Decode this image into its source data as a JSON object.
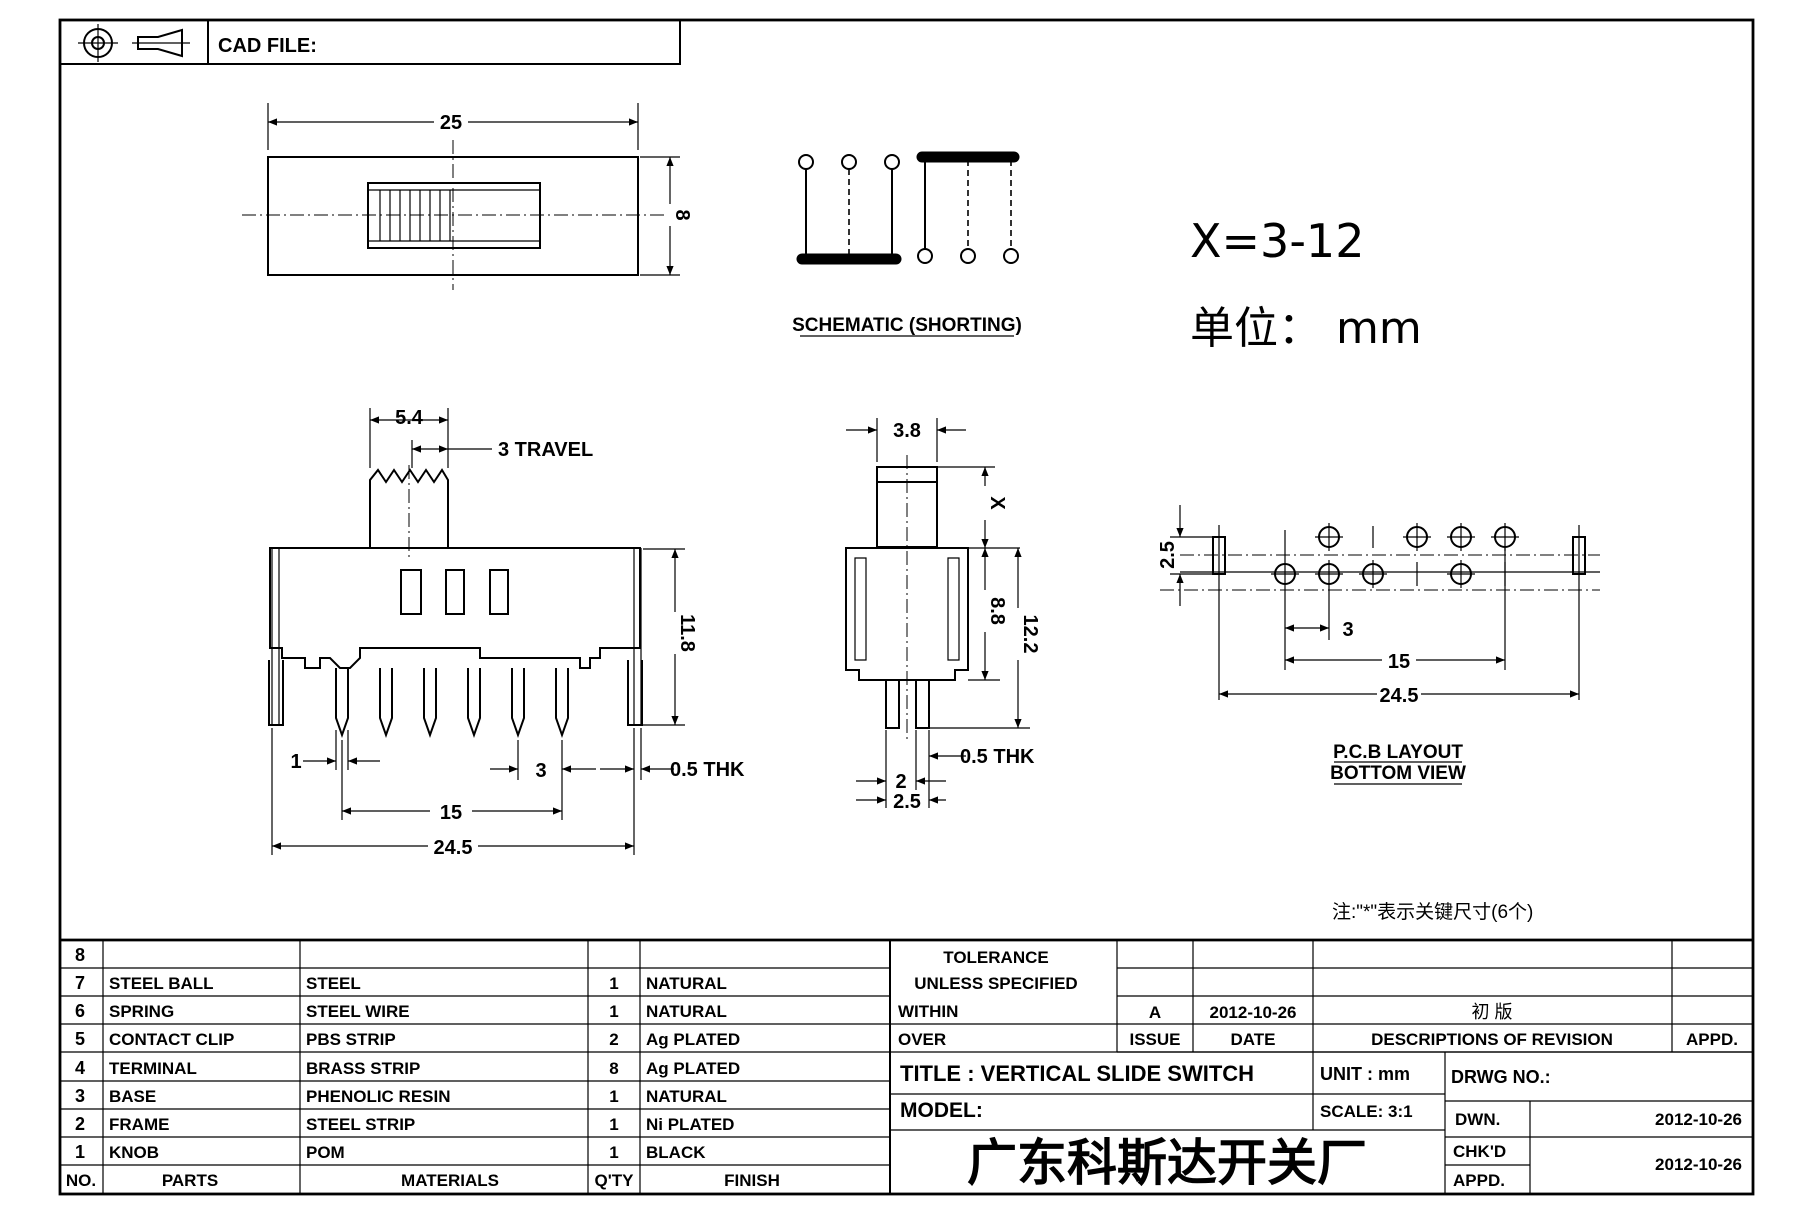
{
  "header": {
    "cad_file_label": "CAD FILE:"
  },
  "top_view": {
    "width_dim": "25",
    "height_dim": "8"
  },
  "schematic": {
    "caption": "SCHEMATIC (SHORTING)"
  },
  "notes": {
    "x_range": "X=3-12",
    "unit_label": "单位： mm",
    "key_dim_note": "注:\"*\"表示关键尺寸(6个)"
  },
  "front_view": {
    "knob_width": "5.4",
    "travel": "3 TRAVEL",
    "height": "11.8",
    "pin_width": "1",
    "pitch": "3",
    "thickness": "0.5 THK",
    "pin_span": "15",
    "overall_width": "24.5"
  },
  "side_view": {
    "knob_width": "3.8",
    "knob_height": "X",
    "body_height": "8.8",
    "overall_height": "12.2",
    "thickness": "0.5 THK",
    "pin_width": "2",
    "pin_span": "2.5"
  },
  "pcb_layout": {
    "row_spacing": "2.5",
    "pitch": "3",
    "pin_span": "15",
    "overall_width": "24.5",
    "caption_line1": "P.C.B LAYOUT",
    "caption_line2": "BOTTOM VIEW"
  },
  "bom": {
    "headers": {
      "no": "NO.",
      "parts": "PARTS",
      "materials": "MATERIALS",
      "qty": "Q'TY",
      "finish": "FINISH"
    },
    "rows": [
      {
        "no": "8",
        "part": "",
        "material": "",
        "qty": "",
        "finish": ""
      },
      {
        "no": "7",
        "part": "STEEL BALL",
        "material": "STEEL",
        "qty": "1",
        "finish": "NATURAL"
      },
      {
        "no": "6",
        "part": "SPRING",
        "material": "STEEL WIRE",
        "qty": "1",
        "finish": "NATURAL"
      },
      {
        "no": "5",
        "part": "CONTACT CLIP",
        "material": "PBS STRIP",
        "qty": "2",
        "finish": "Ag PLATED"
      },
      {
        "no": "4",
        "part": "TERMINAL",
        "material": "BRASS STRIP",
        "qty": "8",
        "finish": "Ag PLATED"
      },
      {
        "no": "3",
        "part": "BASE",
        "material": "PHENOLIC RESIN",
        "qty": "1",
        "finish": "NATURAL"
      },
      {
        "no": "2",
        "part": "FRAME",
        "material": "STEEL STRIP",
        "qty": "1",
        "finish": "Ni PLATED"
      },
      {
        "no": "1",
        "part": "KNOB",
        "material": "POM",
        "qty": "1",
        "finish": "BLACK"
      }
    ]
  },
  "tolerance": {
    "line1": "TOLERANCE",
    "line2": "UNLESS  SPECIFIED",
    "within": "WITHIN",
    "over": "OVER"
  },
  "revision": {
    "issue_value": "A",
    "date_value": "2012-10-26",
    "description_value": "初 版",
    "issue_label": "ISSUE",
    "date_label": "DATE",
    "description_label": "DESCRIPTIONS OF REVISION",
    "appd_label": "APPD."
  },
  "title_block": {
    "title": "TITLE :  VERTICAL SLIDE SWITCH",
    "unit": "UNIT :  mm",
    "drawing_no": "DRWG NO.:",
    "model": "MODEL:",
    "scale": "SCALE:  3:1",
    "dwn_label": "DWN.",
    "dwn_date": "2012-10-26",
    "company": "广东科斯达开关厂",
    "chkd_label": "CHK'D",
    "chkd_date": "2012-10-26",
    "appd_label": "APPD."
  }
}
